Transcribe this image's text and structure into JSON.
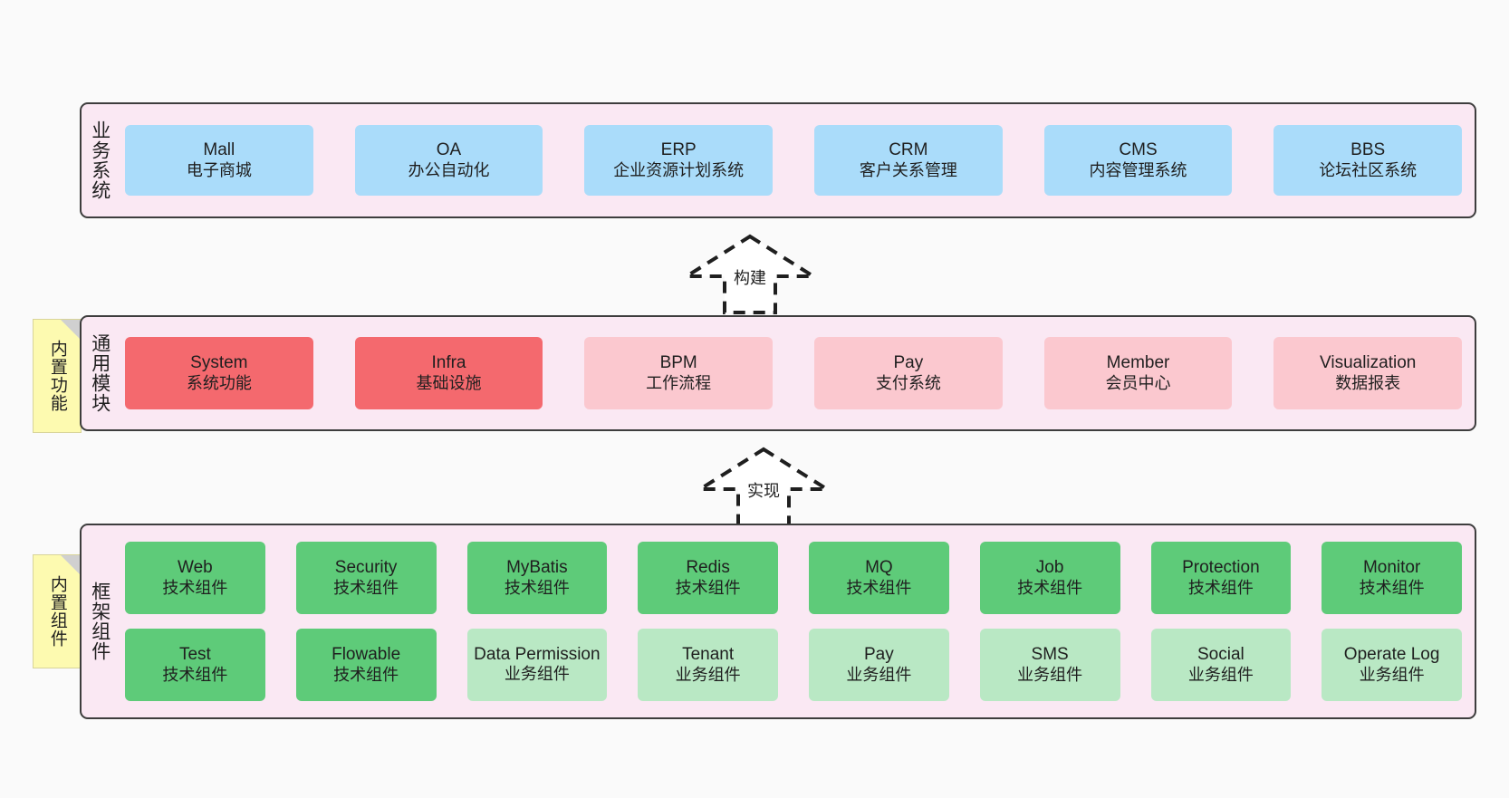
{
  "colors": {
    "canvas_bg": "#fafafa",
    "panel_bg": "#fae8f3",
    "panel_border": "#3d3d3d",
    "business_card": "#aadcfa",
    "module_core": "#f4696e",
    "module_light": "#fbc8cf",
    "component_tech": "#5ecb79",
    "component_biz": "#b9e8c4",
    "sticky_note": "#fdfab0",
    "sticky_fold": "#d0d0d0",
    "text": "#1f1f1f"
  },
  "layers": [
    {
      "id": "business-system",
      "title": "业务系统",
      "cards": [
        {
          "en": "Mall",
          "cn": "电子商城",
          "color": "#aadcfa"
        },
        {
          "en": "OA",
          "cn": "办公自动化",
          "color": "#aadcfa"
        },
        {
          "en": "ERP",
          "cn": "企业资源计划系统",
          "color": "#aadcfa"
        },
        {
          "en": "CRM",
          "cn": "客户关系管理",
          "color": "#aadcfa"
        },
        {
          "en": "CMS",
          "cn": "内容管理系统",
          "color": "#aadcfa"
        },
        {
          "en": "BBS",
          "cn": "论坛社区系统",
          "color": "#aadcfa"
        }
      ]
    },
    {
      "id": "common-module",
      "title": "通用模块",
      "sticky": "内置功能",
      "cards": [
        {
          "en": "System",
          "cn": "系统功能",
          "color": "#f4696e"
        },
        {
          "en": "Infra",
          "cn": "基础设施",
          "color": "#f4696e"
        },
        {
          "en": "BPM",
          "cn": "工作流程",
          "color": "#fbc8cf"
        },
        {
          "en": "Pay",
          "cn": "支付系统",
          "color": "#fbc8cf"
        },
        {
          "en": "Member",
          "cn": "会员中心",
          "color": "#fbc8cf"
        },
        {
          "en": "Visualization",
          "cn": "数据报表",
          "color": "#fbc8cf"
        }
      ]
    },
    {
      "id": "framework-component",
      "title": "框架组件",
      "sticky": "内置组件",
      "rows": [
        [
          {
            "en": "Web",
            "cn": "技术组件",
            "color": "#5ecb79"
          },
          {
            "en": "Security",
            "cn": "技术组件",
            "color": "#5ecb79"
          },
          {
            "en": "MyBatis",
            "cn": "技术组件",
            "color": "#5ecb79"
          },
          {
            "en": "Redis",
            "cn": "技术组件",
            "color": "#5ecb79"
          },
          {
            "en": "MQ",
            "cn": "技术组件",
            "color": "#5ecb79"
          },
          {
            "en": "Job",
            "cn": "技术组件",
            "color": "#5ecb79"
          },
          {
            "en": "Protection",
            "cn": "技术组件",
            "color": "#5ecb79"
          },
          {
            "en": "Monitor",
            "cn": "技术组件",
            "color": "#5ecb79"
          }
        ],
        [
          {
            "en": "Test",
            "cn": "技术组件",
            "color": "#5ecb79"
          },
          {
            "en": "Flowable",
            "cn": "技术组件",
            "color": "#5ecb79"
          },
          {
            "en": "Data Permission",
            "cn": "业务组件",
            "color": "#b9e8c4",
            "wrap": true
          },
          {
            "en": "Tenant",
            "cn": "业务组件",
            "color": "#b9e8c4"
          },
          {
            "en": "Pay",
            "cn": "业务组件",
            "color": "#b9e8c4"
          },
          {
            "en": "SMS",
            "cn": "业务组件",
            "color": "#b9e8c4"
          },
          {
            "en": "Social",
            "cn": "业务组件",
            "color": "#b9e8c4"
          },
          {
            "en": "Operate Log",
            "cn": "业务组件",
            "color": "#b9e8c4"
          }
        ]
      ]
    }
  ],
  "connectors": [
    {
      "id": "build",
      "label": "构建",
      "direction": "up"
    },
    {
      "id": "implement",
      "label": "实现",
      "direction": "up"
    }
  ]
}
